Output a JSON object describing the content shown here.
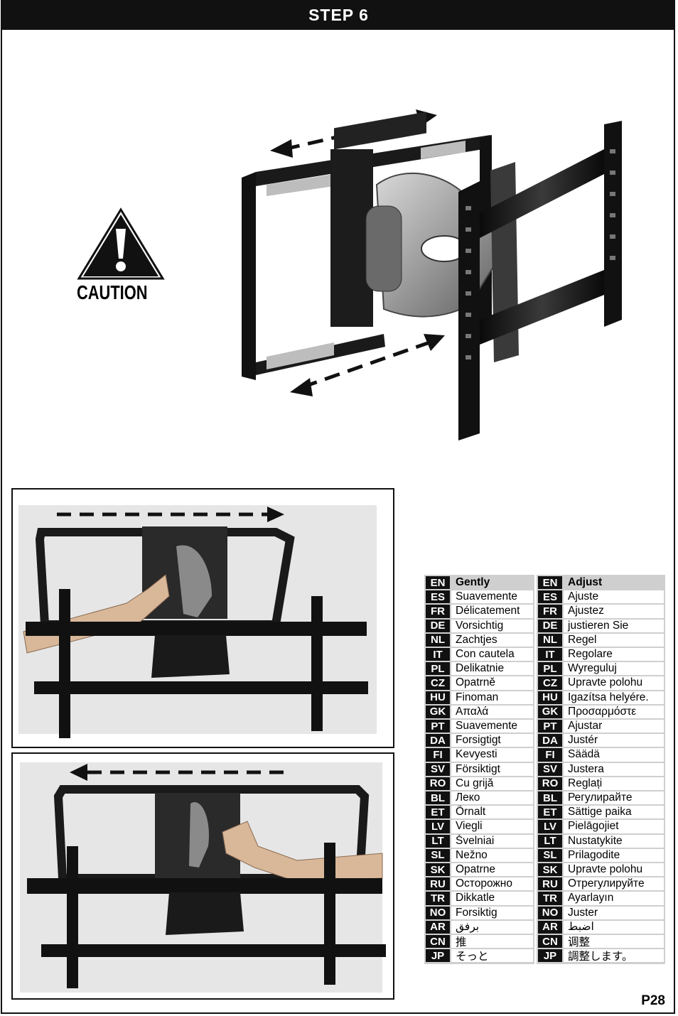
{
  "header": {
    "title": "STEP 6"
  },
  "caution": {
    "label": "CAUTION"
  },
  "page": {
    "number": "P28"
  },
  "table_left": {
    "rows": [
      {
        "code": "EN",
        "word": "Gently"
      },
      {
        "code": "ES",
        "word": "Suavemente"
      },
      {
        "code": "FR",
        "word": "Délicatement"
      },
      {
        "code": "DE",
        "word": "Vorsichtig"
      },
      {
        "code": "NL",
        "word": "Zachtjes"
      },
      {
        "code": "IT",
        "word": "Con cautela"
      },
      {
        "code": "PL",
        "word": "Delikatnie"
      },
      {
        "code": "CZ",
        "word": "Opatrně"
      },
      {
        "code": "HU",
        "word": "Finoman"
      },
      {
        "code": "GK",
        "word": "Απαλά"
      },
      {
        "code": "PT",
        "word": "Suavemente"
      },
      {
        "code": "DA",
        "word": "Forsigtigt"
      },
      {
        "code": "FI",
        "word": "Kevyesti"
      },
      {
        "code": "SV",
        "word": "Försiktigt"
      },
      {
        "code": "RO",
        "word": "Cu grijă"
      },
      {
        "code": "BL",
        "word": "Леко"
      },
      {
        "code": "ET",
        "word": "Õrnalt"
      },
      {
        "code": "LV",
        "word": "Viegli"
      },
      {
        "code": "LT",
        "word": "Švelniai"
      },
      {
        "code": "SL",
        "word": "Nežno"
      },
      {
        "code": "SK",
        "word": "Opatrne"
      },
      {
        "code": "RU",
        "word": "Осторожно"
      },
      {
        "code": "TR",
        "word": "Dikkatle"
      },
      {
        "code": "NO",
        "word": "Forsiktig"
      },
      {
        "code": "AR",
        "word": "برفق"
      },
      {
        "code": "CN",
        "word": "推"
      },
      {
        "code": "JP",
        "word": "そっと"
      }
    ]
  },
  "table_right": {
    "rows": [
      {
        "code": "EN",
        "word": "Adjust"
      },
      {
        "code": "ES",
        "word": "Ajuste"
      },
      {
        "code": "FR",
        "word": "Ajustez"
      },
      {
        "code": "DE",
        "word": "justieren Sie"
      },
      {
        "code": "NL",
        "word": "Regel"
      },
      {
        "code": "IT",
        "word": "Regolare"
      },
      {
        "code": "PL",
        "word": "Wyreguluj"
      },
      {
        "code": "CZ",
        "word": "Upravte polohu"
      },
      {
        "code": "HU",
        "word": "Igazítsa helyére."
      },
      {
        "code": "GK",
        "word": "Προσαρμόστε"
      },
      {
        "code": "PT",
        "word": "Ajustar"
      },
      {
        "code": "DA",
        "word": "Justér"
      },
      {
        "code": "FI",
        "word": "Säädä"
      },
      {
        "code": "SV",
        "word": "Justera"
      },
      {
        "code": "RO",
        "word": "Reglați"
      },
      {
        "code": "BL",
        "word": "Регулирайте"
      },
      {
        "code": "ET",
        "word": "Sättige paika"
      },
      {
        "code": "LV",
        "word": "Pielāgojiet"
      },
      {
        "code": "LT",
        "word": "Nustatykite"
      },
      {
        "code": "SL",
        "word": "Prilagodite"
      },
      {
        "code": "SK",
        "word": "Upravte polohu"
      },
      {
        "code": "RU",
        "word": "Отрегулируйте"
      },
      {
        "code": "TR",
        "word": "Ayarlayın"
      },
      {
        "code": "NO",
        "word": "Juster"
      },
      {
        "code": "AR",
        "word": "اضبط"
      },
      {
        "code": "CN",
        "word": "调整"
      },
      {
        "code": "JP",
        "word": "調整します。"
      }
    ]
  },
  "colors": {
    "header_bg": "#111111",
    "header_text": "#ffffff",
    "table_head_bg": "#cfcfcf"
  }
}
